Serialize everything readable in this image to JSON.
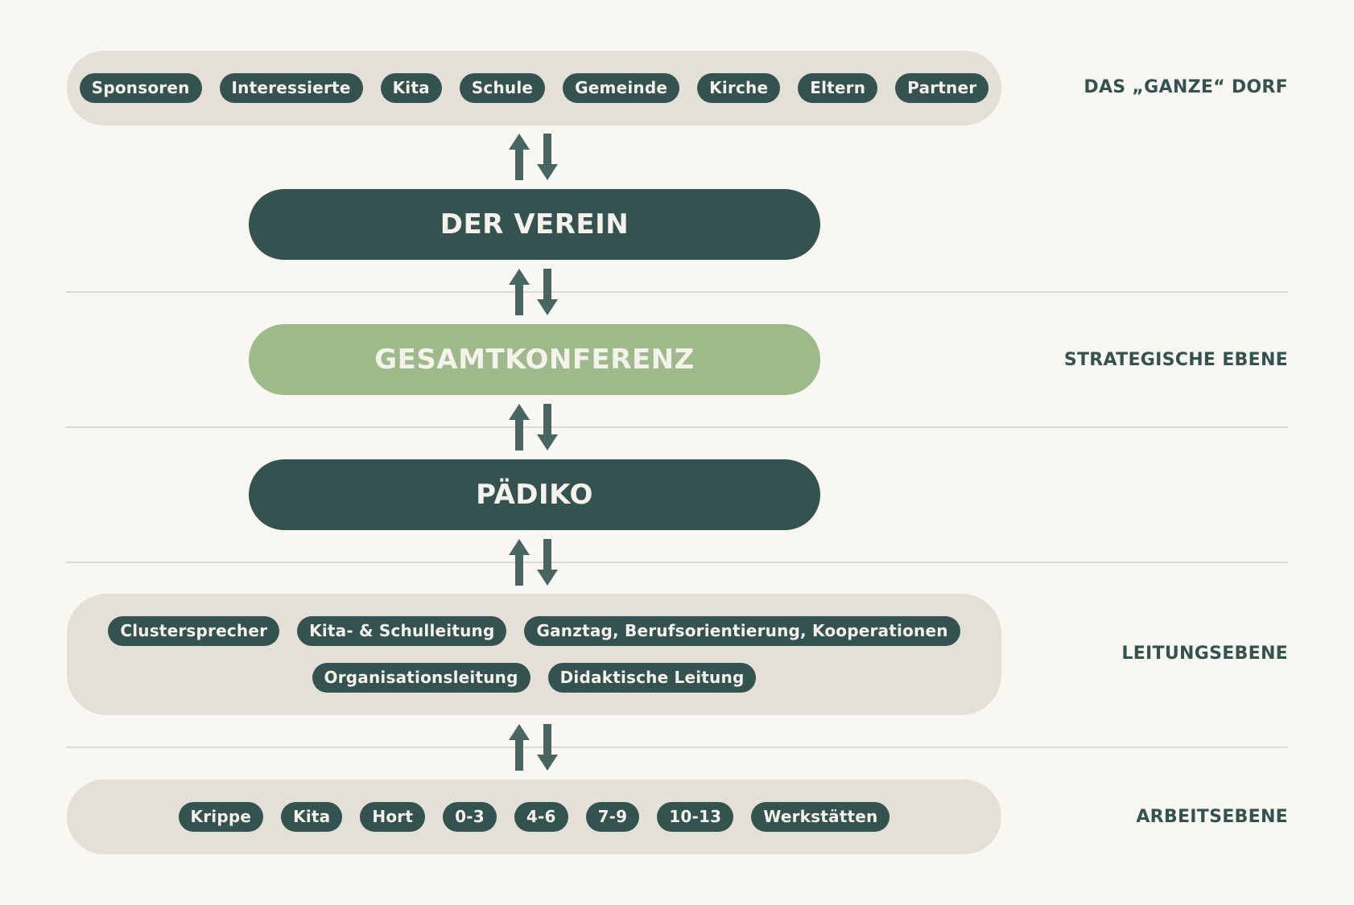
{
  "levels": {
    "dorf": "DAS „GANZE“ DORF",
    "strategisch": "STRATEGISCHE EBENE",
    "leitung": "LEITUNGSEBENE",
    "arbeit": "ARBEITSEBENE"
  },
  "village": {
    "pills": [
      "Sponsoren",
      "Interessierte",
      "Kita",
      "Schule",
      "Gemeinde",
      "Kirche",
      "Eltern",
      "Partner"
    ]
  },
  "boxes": {
    "verein": "DER VEREIN",
    "gesamtkonferenz": "GESAMTKONFERENZ",
    "paediko": "PÄDIKO"
  },
  "leitung": {
    "row1": [
      "Clustersprecher",
      "Kita- & Schulleitung",
      "Ganztag, Berufsorientierung, Kooperationen"
    ],
    "row2": [
      "Organisationsleitung",
      "Didaktische Leitung"
    ]
  },
  "arbeit": {
    "pills": [
      "Krippe",
      "Kita",
      "Hort",
      "0-3",
      "4-6",
      "7-9",
      "10-13",
      "Werkstätten"
    ]
  },
  "colors": {
    "dark": "#34524f",
    "green": "#9eb98a",
    "band": "#e4e0d7",
    "background": "#f8f7f2"
  }
}
